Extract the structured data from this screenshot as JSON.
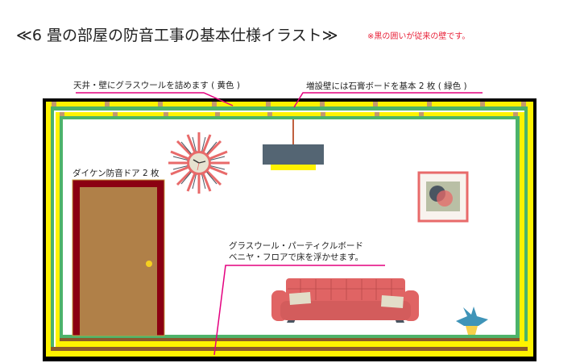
{
  "title": "≪6 畳の部屋の防音工事の基本仕様イラスト≫",
  "note": "※黒の囲いが従来の壁です。",
  "labels": {
    "glasswool": "天井・壁にグラスウールを詰めます ( 黄色 )",
    "gypsum": "増設壁には石膏ボードを基本 2 枚 ( 緑色 )",
    "door": "ダイケン防音ドア 2 枚",
    "floor_line1": "グラスウール・パーティクルボード",
    "floor_line2": "ベニヤ・フロアで床を浮かせます。"
  },
  "colors": {
    "existing_wall": "#000000",
    "glasswool": "#fff200",
    "gypsum": "#4db36a",
    "stud": "#c49a6c",
    "floor_board": "#8b5a2b",
    "leader": "#e4007f",
    "note": "#e8233a"
  }
}
